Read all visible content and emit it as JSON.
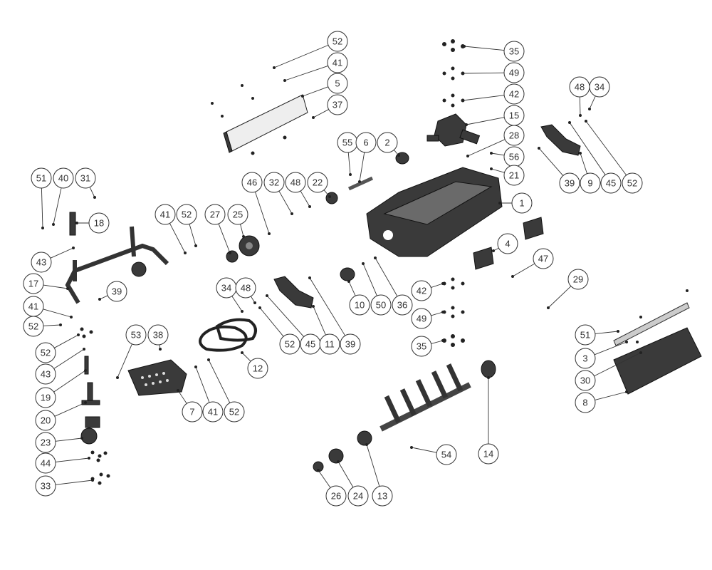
{
  "title": "Exploded parts diagram",
  "callouts": [
    {
      "label": "52"
    },
    {
      "label": "41"
    },
    {
      "label": "5"
    },
    {
      "label": "37"
    },
    {
      "label": "35"
    },
    {
      "label": "49"
    },
    {
      "label": "42"
    },
    {
      "label": "15"
    },
    {
      "label": "28"
    },
    {
      "label": "56"
    },
    {
      "label": "21"
    },
    {
      "label": "48"
    },
    {
      "label": "34"
    },
    {
      "label": "39"
    },
    {
      "label": "9"
    },
    {
      "label": "45"
    },
    {
      "label": "52"
    },
    {
      "label": "55"
    },
    {
      "label": "6"
    },
    {
      "label": "2"
    },
    {
      "label": "51"
    },
    {
      "label": "40"
    },
    {
      "label": "31"
    },
    {
      "label": "18"
    },
    {
      "label": "46"
    },
    {
      "label": "32"
    },
    {
      "label": "48"
    },
    {
      "label": "22"
    },
    {
      "label": "41"
    },
    {
      "label": "52"
    },
    {
      "label": "27"
    },
    {
      "label": "25"
    },
    {
      "label": "1"
    },
    {
      "label": "4"
    },
    {
      "label": "47"
    },
    {
      "label": "29"
    },
    {
      "label": "43"
    },
    {
      "label": "17"
    },
    {
      "label": "39"
    },
    {
      "label": "41"
    },
    {
      "label": "52"
    },
    {
      "label": "34"
    },
    {
      "label": "48"
    },
    {
      "label": "42"
    },
    {
      "label": "10"
    },
    {
      "label": "50"
    },
    {
      "label": "36"
    },
    {
      "label": "49"
    },
    {
      "label": "52"
    },
    {
      "label": "45"
    },
    {
      "label": "11"
    },
    {
      "label": "39"
    },
    {
      "label": "35"
    },
    {
      "label": "53"
    },
    {
      "label": "38"
    },
    {
      "label": "52"
    },
    {
      "label": "51"
    },
    {
      "label": "3"
    },
    {
      "label": "43"
    },
    {
      "label": "12"
    },
    {
      "label": "30"
    },
    {
      "label": "19"
    },
    {
      "label": "8"
    },
    {
      "label": "20"
    },
    {
      "label": "7"
    },
    {
      "label": "41"
    },
    {
      "label": "52"
    },
    {
      "label": "23"
    },
    {
      "label": "54"
    },
    {
      "label": "14"
    },
    {
      "label": "44"
    },
    {
      "label": "33"
    },
    {
      "label": "26"
    },
    {
      "label": "24"
    },
    {
      "label": "13"
    }
  ]
}
